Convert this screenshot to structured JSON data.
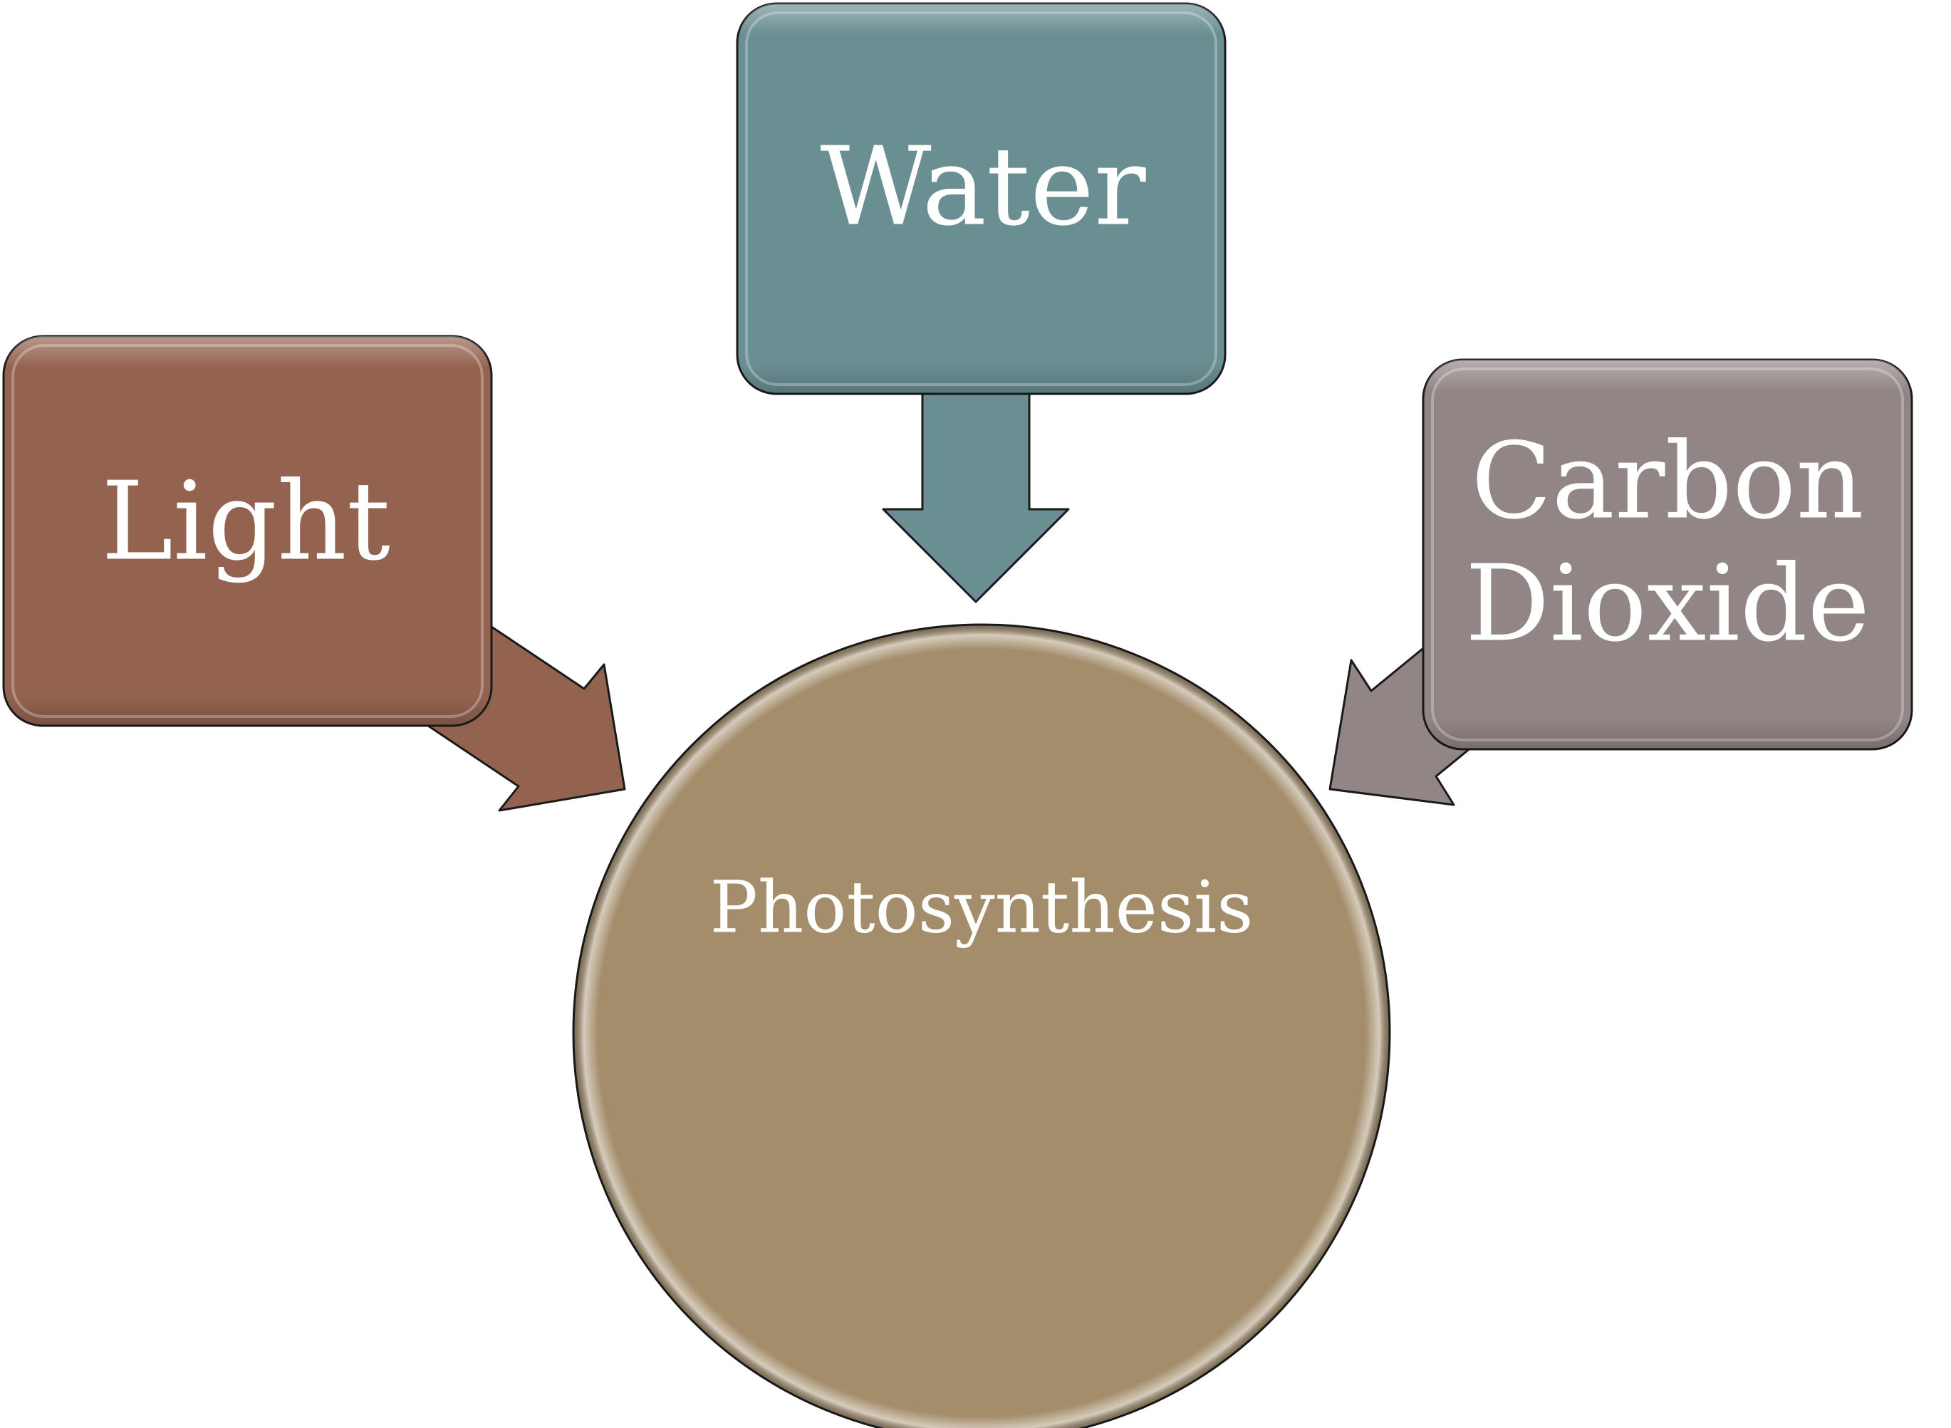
{
  "diagram": {
    "center": {
      "label": "Photosynthesis",
      "color": "#A38D6A"
    },
    "inputs": [
      {
        "id": "light",
        "label": "Light",
        "color": "#946350"
      },
      {
        "id": "water",
        "label": "Water",
        "color": "#6A8F93"
      },
      {
        "id": "carbon-dioxide",
        "label_lines": [
          "Carbon",
          "Dioxide"
        ],
        "color": "#928585"
      }
    ],
    "outline_color": "#1a1a1a"
  }
}
